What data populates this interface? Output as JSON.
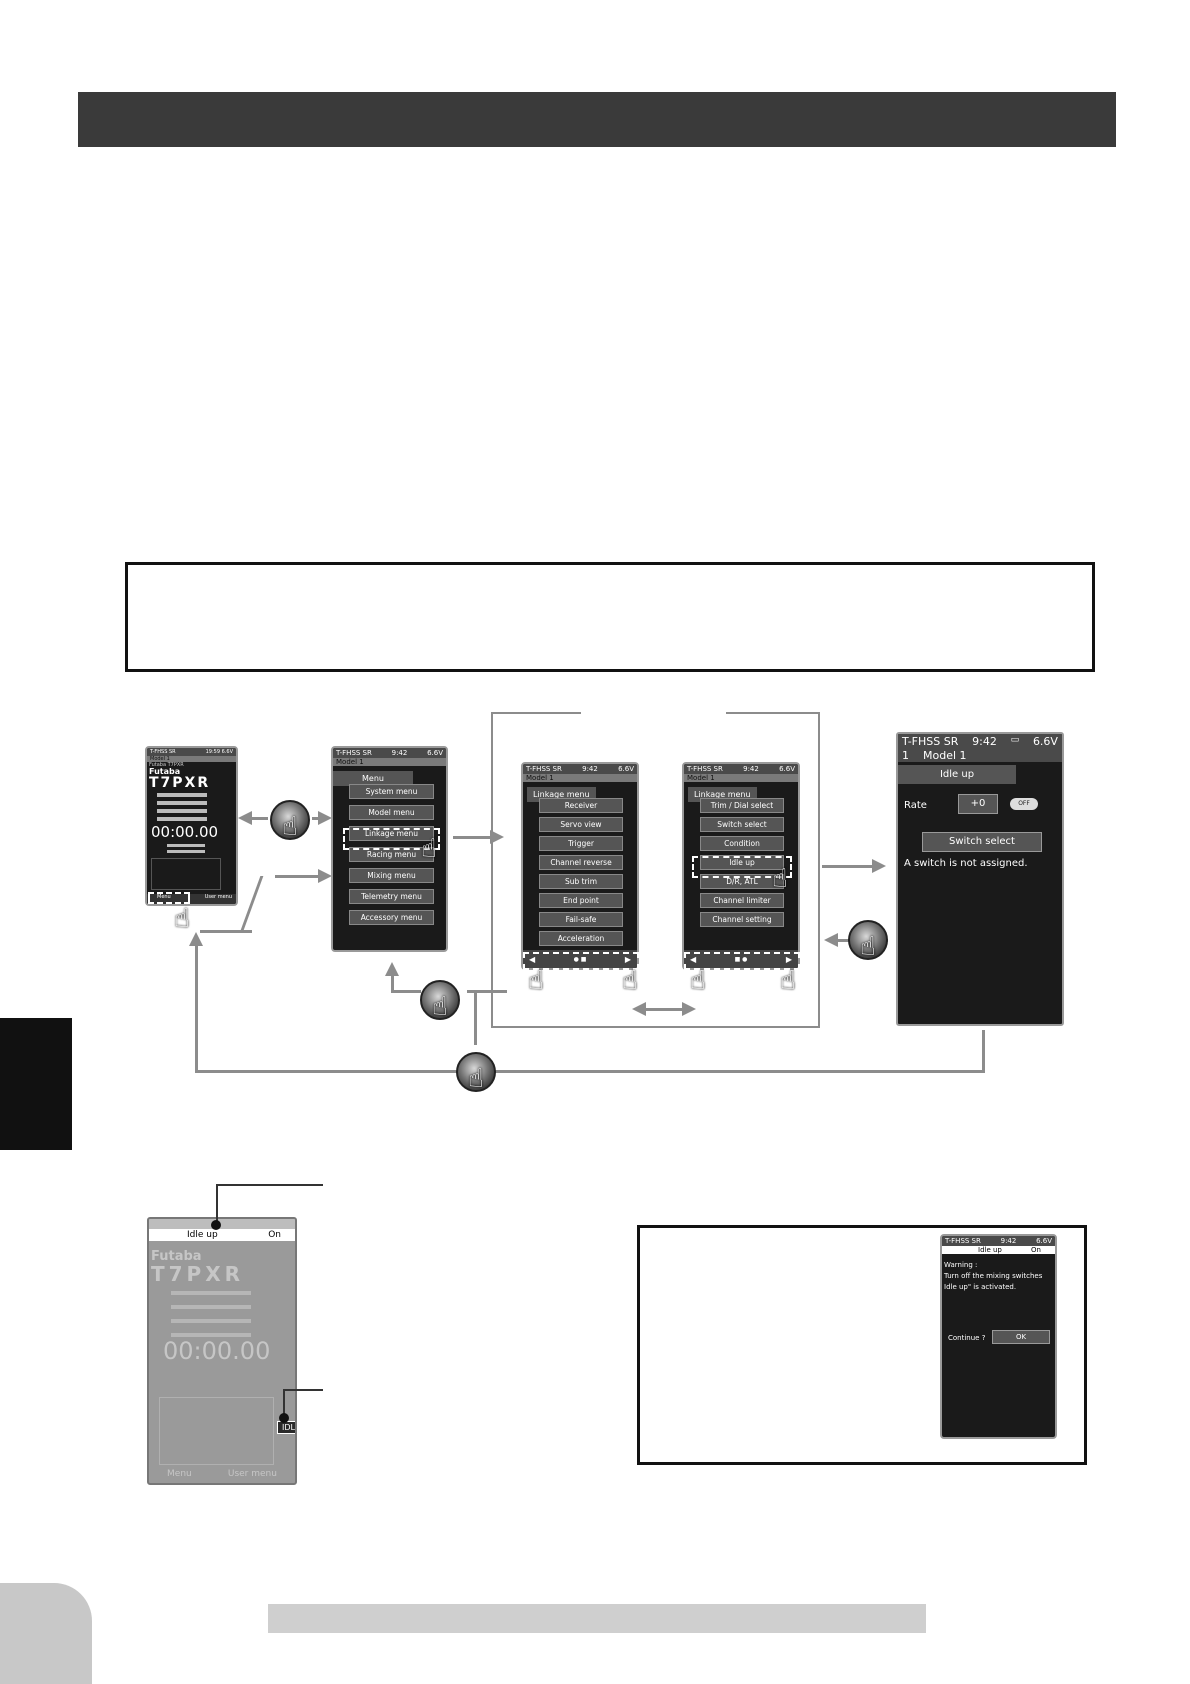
{
  "home": {
    "status_left": "T-FHSS SR",
    "status_right": "19:59 6.6V",
    "model": "Model 1",
    "brand_small": "Futaba T7PXR",
    "brand": "Futaba",
    "product": "T7PXR",
    "timer": "00:00.00",
    "menu_btn": "Menu",
    "user_menu_btn": "User menu"
  },
  "menu_screen": {
    "status_left": "T-FHSS SR",
    "status_time": "9:42",
    "status_volt": "6.6V",
    "model": "Model 1",
    "title": "Menu",
    "items": [
      "System menu",
      "Model menu",
      "Linkage menu",
      "Racing menu",
      "Mixing menu",
      "Telemetry menu",
      "Accessory menu"
    ]
  },
  "linkage1": {
    "status_left": "T-FHSS SR",
    "status_time": "9:42",
    "status_volt": "6.6V",
    "model": "Model 1",
    "title": "Linkage menu",
    "items": [
      "Receiver",
      "Servo view",
      "Trigger",
      "Channel reverse",
      "Sub trim",
      "End point",
      "Fail-safe",
      "Acceleration"
    ]
  },
  "linkage2": {
    "status_left": "T-FHSS SR",
    "status_time": "9:42",
    "status_volt": "6.6V",
    "model": "Model 1",
    "title": "Linkage menu",
    "items": [
      "Trim / Dial select",
      "Switch select",
      "Condition",
      "Idle up",
      "D/R, ATL",
      "Channel limiter",
      "Channel setting"
    ]
  },
  "idleup_screen": {
    "status_left": "T-FHSS SR",
    "status_time": "9:42",
    "status_volt": "6.6V",
    "model_no": "1",
    "model": "Model 1",
    "title": "Idle up",
    "rate_label": "Rate",
    "rate_value": "+0",
    "toggle": "OFF",
    "switch_btn": "Switch select",
    "message": "A switch is not assigned."
  },
  "home_example": {
    "banner_label": "Idle up",
    "banner_state": "On",
    "brand": "Futaba",
    "product": "T7PXR",
    "timer": "00:00.00",
    "indicator": "IDL",
    "menu_btn": "Menu",
    "user_menu_btn": "User menu"
  },
  "warning_screen": {
    "status_left": "T-FHSS SR",
    "status_time": "9:42",
    "status_volt": "6.6V",
    "banner_label": "Idle up",
    "banner_state": "On",
    "line1": "Warning :",
    "line2": "Turn off the mixing switches",
    "line3": "Idle up\" is activated.",
    "continue": "Continue ?",
    "ok": "OK"
  },
  "icons": [
    "pointing-hand-icon",
    "jog-dial-icon",
    "arrow-icon",
    "battery-icon"
  ],
  "colors": {
    "header": "#3a3a3a",
    "screen": "#1a1a1a",
    "arrow": "#8c8c8c"
  }
}
